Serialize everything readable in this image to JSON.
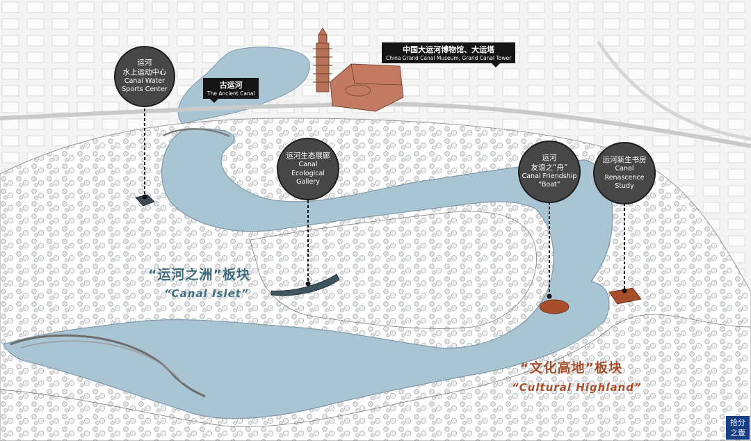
{
  "callouts": {
    "water_sports": {
      "zh": [
        "运河",
        "水上运动中心"
      ],
      "en": [
        "Canal Water",
        "Sports Center"
      ]
    },
    "eco_gallery": {
      "zh": [
        "运河生态展廊"
      ],
      "en": [
        "Canal",
        "Ecological",
        "Gallery"
      ]
    },
    "friendship_boat": {
      "zh": [
        "运河",
        "友谊之“舟”"
      ],
      "en": [
        "Canal Friendship",
        "“Boat”"
      ]
    },
    "renascence_study": {
      "zh": [
        "运河新生书房"
      ],
      "en": [
        "Canal",
        "Renascence",
        "Study"
      ]
    }
  },
  "tags": {
    "ancient_canal": {
      "zh": "古运河",
      "en": "The Ancient Canal"
    },
    "museum": {
      "zh": "中国大运河博物馆、大运塔",
      "en": "China Grand Canal Museum, Grand Canal Tower"
    }
  },
  "zones": {
    "canal_islet": {
      "zh": "“运河之洲”板块",
      "en": "“Canal Islet”"
    },
    "cultural_highland": {
      "zh": "“文化高地”板块",
      "en": "“Cultural Highland”"
    }
  },
  "seal": {
    "text": [
      "拾",
      "分",
      "之",
      "壹"
    ],
    "color": "#173f86"
  },
  "colors": {
    "water": "#a9c4d2",
    "callout": "#474747",
    "building_accent": "#b87258",
    "zone_blue": "#3f6c7c",
    "zone_red": "#a94e2a"
  }
}
